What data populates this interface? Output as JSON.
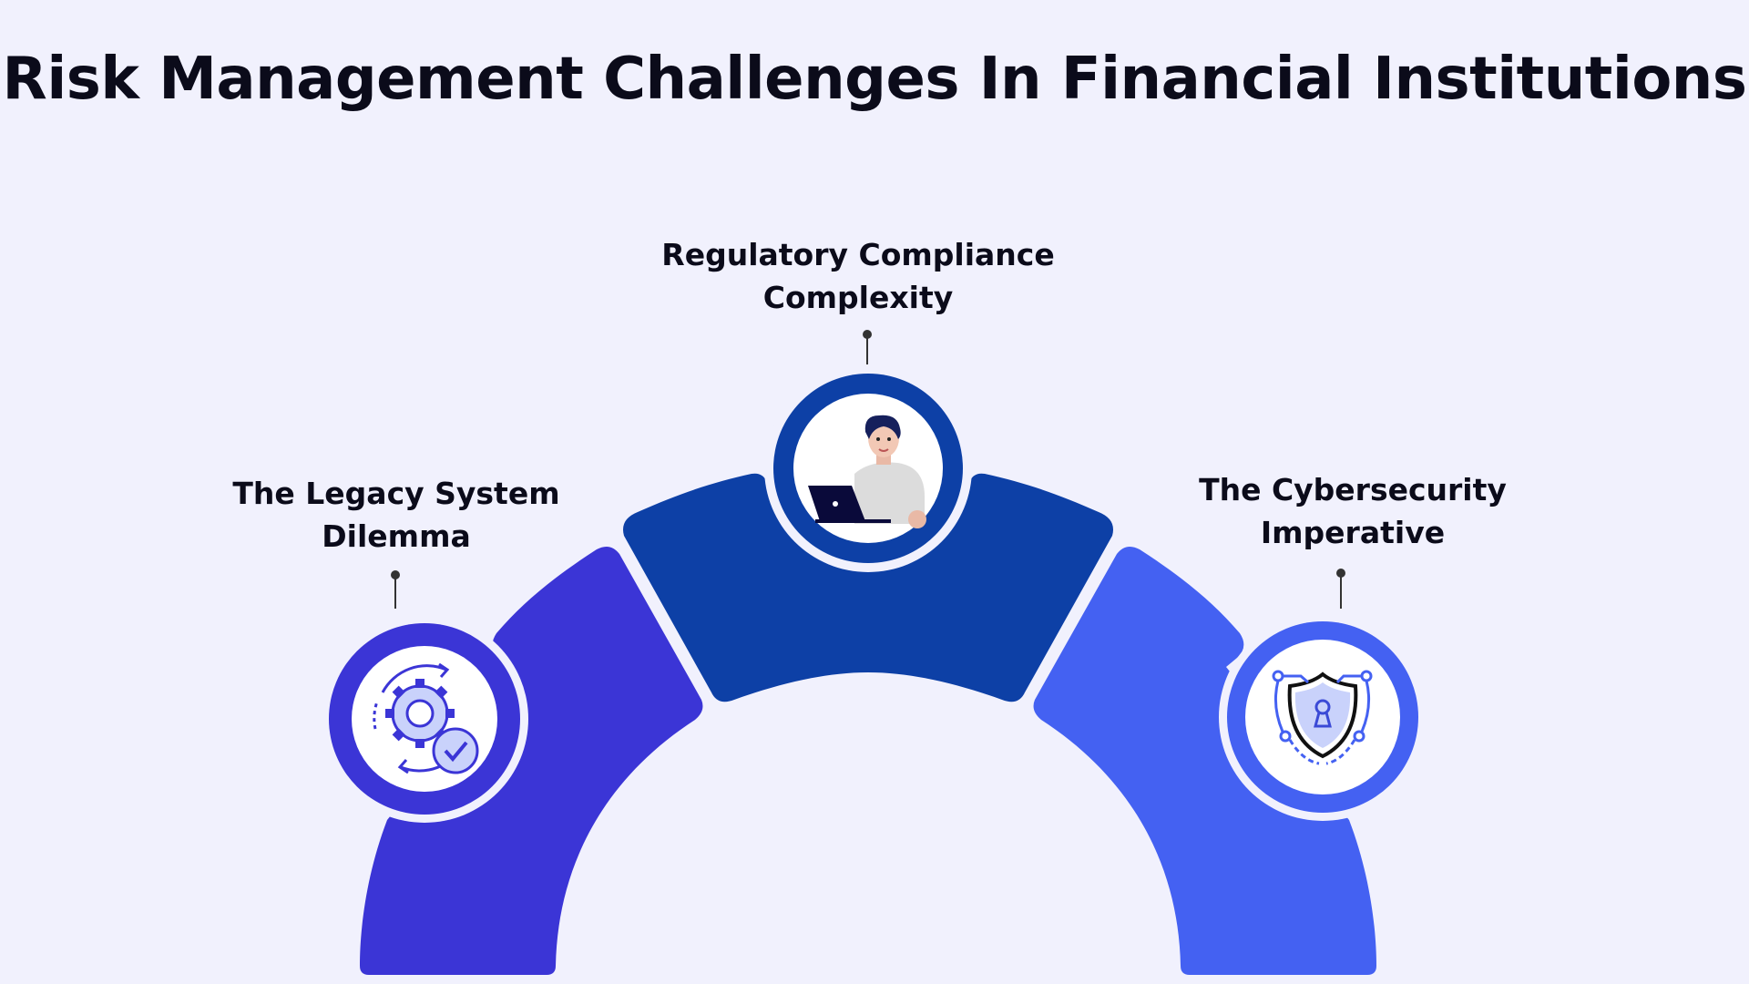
{
  "title": "Risk Management Challenges In Financial Institutions",
  "segments": [
    {
      "id": "left",
      "label_lines": [
        "The Legacy System",
        "Dilemma"
      ],
      "color": "#3b35d6",
      "icon": "gear-cycle-check-icon"
    },
    {
      "id": "top",
      "label_lines": [
        "Regulatory Compliance",
        "Complexity"
      ],
      "color": "#0d40a6",
      "icon": "person-laptop-icon"
    },
    {
      "id": "right",
      "label_lines": [
        "The Cybersecurity",
        "Imperative"
      ],
      "color": "#4461f2",
      "icon": "shield-keyhole-icon"
    }
  ],
  "colors": {
    "background": "#f1f1fd",
    "text": "#0b0b1a"
  }
}
